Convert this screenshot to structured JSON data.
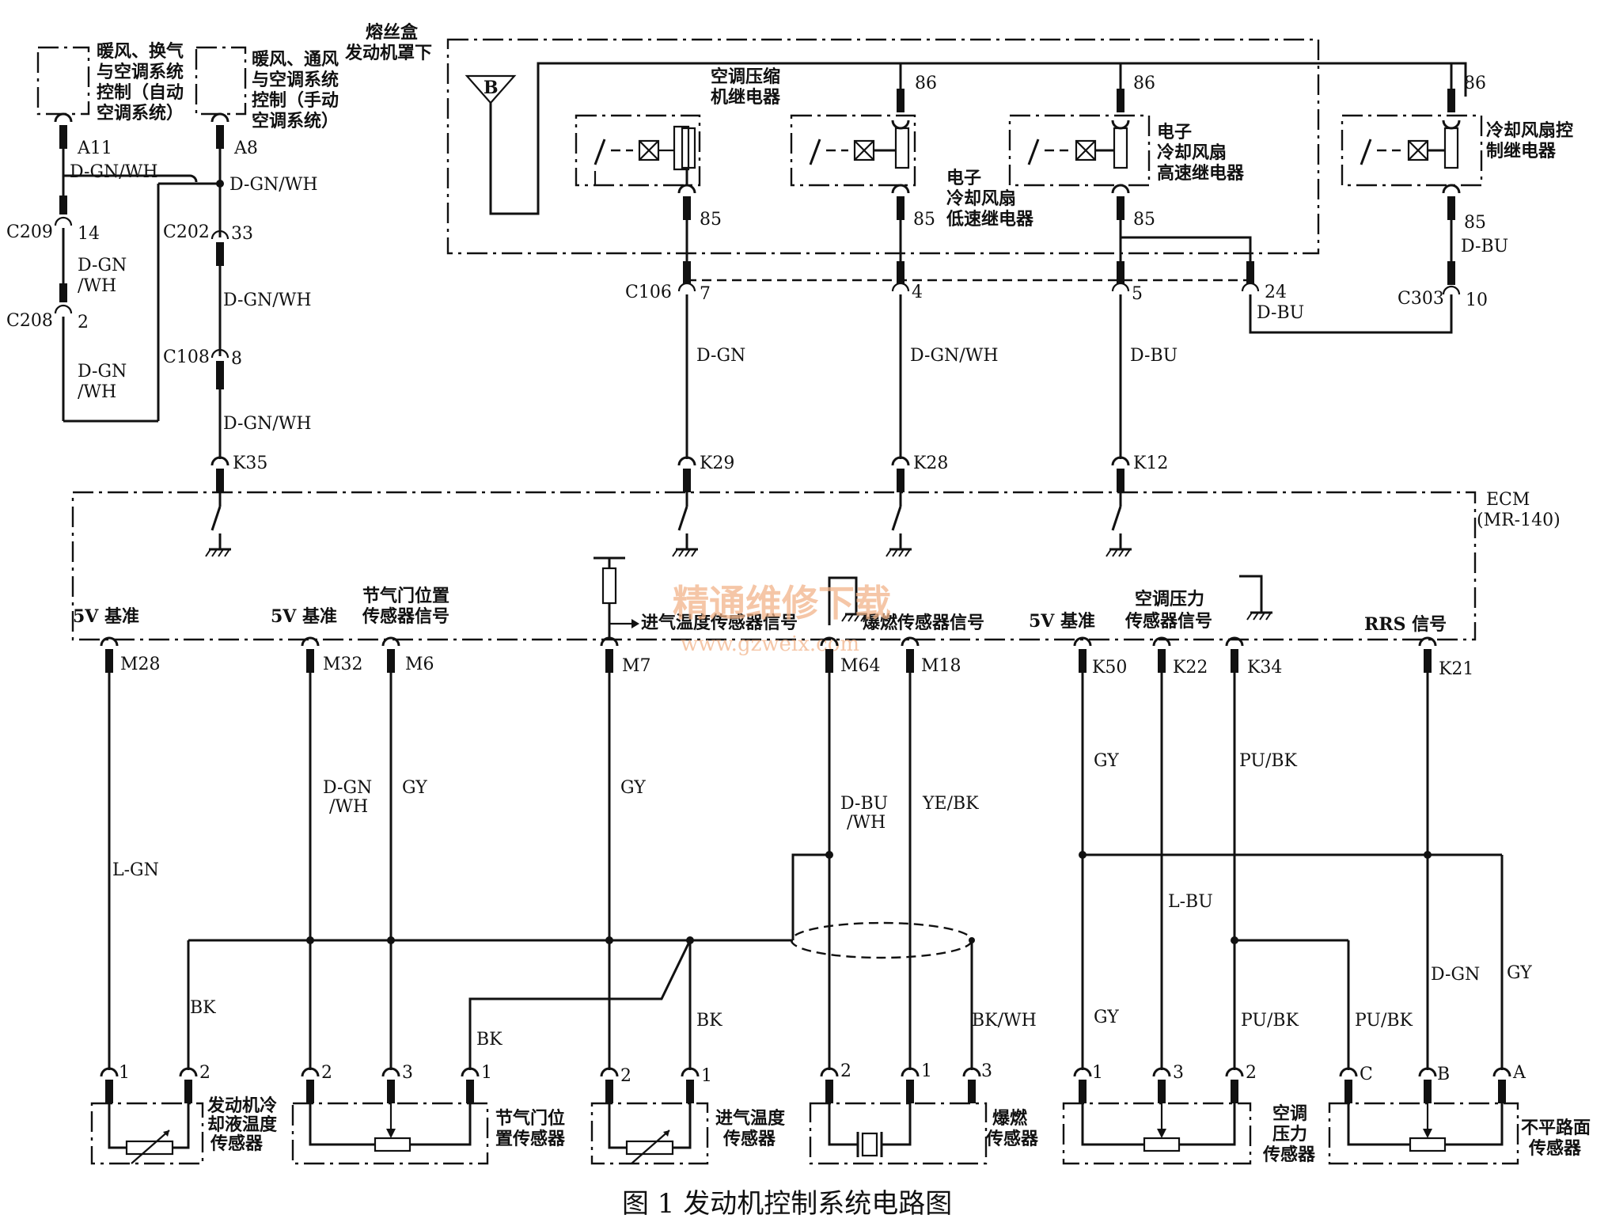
{
  "figure": {
    "caption": "图 1   发动机控制系统电路图"
  },
  "watermark": {
    "line1": "精通维修下载",
    "line2": "www.gzweix.com"
  },
  "top_left": {
    "module_auto": [
      "暖风、换气",
      "与空调系统",
      "控制（自动",
      "空调系统）"
    ],
    "module_manual": [
      "暖风、通风",
      "与空调系统",
      "控制（手动",
      "空调系统）"
    ],
    "pins": {
      "a11": "A11",
      "a8": "A8",
      "c209_pin": "14",
      "c208_pin": "2",
      "c202_pin": "33",
      "c108_pin": "8"
    },
    "connectors": {
      "c209": "C209",
      "c208": "C208",
      "c202": "C202",
      "c108": "C108",
      "k35": "K35"
    },
    "wires": {
      "w1": "D-GN/WH",
      "w2": "D-GN/WH",
      "w3a": "D-GN",
      "w3b": "/WH",
      "w4a": "D-GN",
      "w4b": "/WH",
      "w5": "D-GN/WH",
      "w6": "D-GN/WH"
    }
  },
  "fuse_box": {
    "title": [
      "熔丝盒",
      "发动机罩下"
    ],
    "b_label": "B",
    "relays": [
      {
        "name": [
          "空调压缩",
          "机继电器"
        ],
        "pin86": "",
        "pin85": "85"
      },
      {
        "name": [
          "电子",
          "冷却风扇",
          "低速继电器"
        ],
        "pin86": "86",
        "pin85": "85"
      },
      {
        "name": [
          "电子",
          "冷却风扇",
          "高速继电器"
        ],
        "pin86": "86",
        "pin85": "85"
      },
      {
        "name": [
          "冷却风扇控",
          "制继电器"
        ],
        "pin86": "86",
        "pin85": "85"
      }
    ],
    "c106": {
      "label": "C106",
      "pins": [
        "7",
        "4",
        "5",
        "24"
      ]
    },
    "c303": {
      "label": "C303",
      "pin": "10"
    },
    "wires": {
      "d_bu_85": "D-BU",
      "d_bu_24": "D-BU",
      "w7": "D-GN",
      "w4": "D-GN/WH",
      "w5": "D-BU"
    },
    "ecm_pins": [
      "K29",
      "K28",
      "K12"
    ]
  },
  "ecm": {
    "name": [
      "ECM",
      "(MR-140)"
    ],
    "signals": {
      "m28": "5V 基准",
      "m32": "5V 基准",
      "tps": [
        "节气门位置",
        "传感器信号"
      ],
      "iat": "进气温度传感器信号",
      "knock": "爆燃传感器信号",
      "k50": "5V 基准",
      "acp": [
        "空调压力",
        "传感器信号"
      ],
      "rrs": "RRS 信号"
    },
    "pins": [
      "M28",
      "M32",
      "M6",
      "M7",
      "M64",
      "M18",
      "K50",
      "K22",
      "K34",
      "K21"
    ]
  },
  "bottom_wires": {
    "m28": "L-GN",
    "m32a": "D-GN",
    "m32b": "/WH",
    "m6": "GY",
    "m7": "GY",
    "m64a": "D-BU",
    "m64b": "/WH",
    "m18": "YE/BK",
    "k50": "GY",
    "k34": "PU/BK",
    "bk1": "BK",
    "bk2": "BK",
    "bk3": "BK",
    "bkwh": "BK/WH",
    "l_bu": "L-BU",
    "gy_ac": "GY",
    "pubk_ac": "PU/BK",
    "pubk_rrs": "PU/BK",
    "dgn_rrs": "D-GN",
    "gy_rrs": "GY"
  },
  "sensors": [
    {
      "name": [
        "发动机冷",
        "却液温度",
        "传感器"
      ],
      "pins": [
        "1",
        "2"
      ]
    },
    {
      "name": [
        "节气门位",
        "置传感器"
      ],
      "pins": [
        "2",
        "3",
        "1"
      ]
    },
    {
      "name": [
        "进气温度",
        "传感器"
      ],
      "pins": [
        "2",
        "1"
      ]
    },
    {
      "name": [
        "爆燃",
        "传感器"
      ],
      "pins": [
        "2",
        "1",
        "3"
      ]
    },
    {
      "name": [
        "空调",
        "压力",
        "传感器"
      ],
      "pins": [
        "1",
        "3",
        "2"
      ]
    },
    {
      "name": [
        "不平路面",
        "传感器"
      ],
      "pins": [
        "C",
        "B",
        "A"
      ]
    }
  ]
}
